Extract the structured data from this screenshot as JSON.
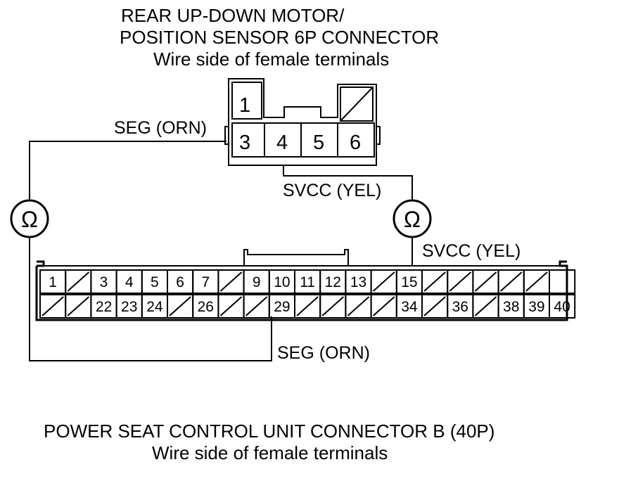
{
  "top_connector": {
    "title_line1": "REAR UP-DOWN MOTOR/",
    "title_line2": "POSITION SENSOR 6P CONNECTOR",
    "subtitle": "Wire side of female terminals",
    "pins": {
      "p1": "1",
      "p3": "3",
      "p4": "4",
      "p5": "5",
      "p6": "6"
    }
  },
  "wires": {
    "seg_top": "SEG (ORN)",
    "svcc_top": "SVCC (YEL)",
    "svcc_bottom": "SVCC (YEL)",
    "seg_bottom": "SEG (ORN)"
  },
  "meters": {
    "left_symbol": "Ω",
    "right_symbol": "Ω"
  },
  "bottom_connector": {
    "title": "POWER SEAT CONTROL UNIT CONNECTOR B (40P)",
    "subtitle": "Wire side of female terminals",
    "row1": [
      "1",
      "",
      "3",
      "4",
      "5",
      "6",
      "7",
      "",
      "9",
      "10",
      "11",
      "12",
      "13",
      "",
      "15",
      "",
      "",
      "",
      "",
      "",
      ""
    ],
    "row2": [
      "",
      "",
      "22",
      "23",
      "24",
      "",
      "26",
      "",
      "",
      "29",
      "",
      "",
      "",
      "",
      "34",
      "",
      "36",
      "",
      "38",
      "39",
      "40"
    ]
  },
  "colors": {
    "line": "#000000",
    "background": "#ffffff"
  }
}
